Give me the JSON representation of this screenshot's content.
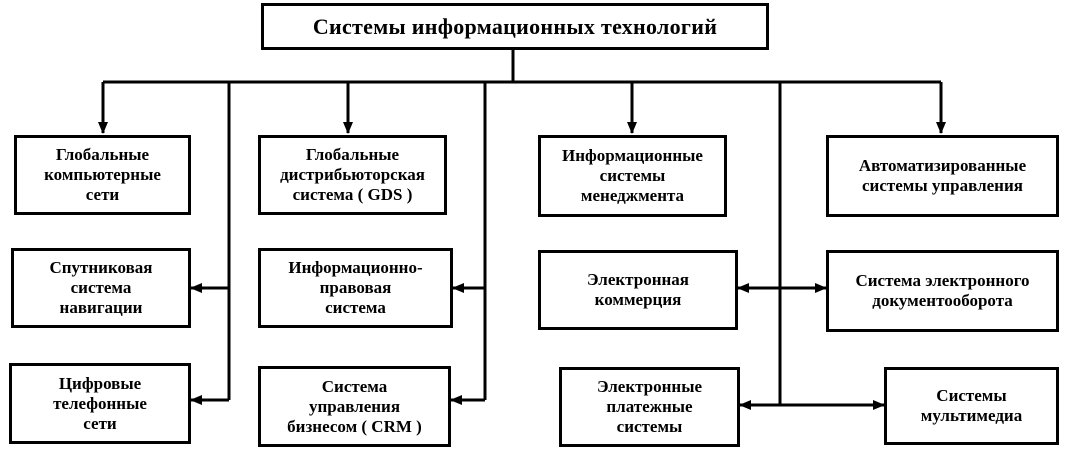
{
  "title": "Системы  информационных  технологий",
  "boxes": {
    "global_networks": "Глобальные\nкомпьютерные\nсети",
    "gds": "Глобальные\nдистрибьюторская\nсистема    ( GDS )",
    "mis": "Информационные\nсистемы\nменеджмента",
    "asu": "Автоматизированные\nсистемы управления",
    "satellite_nav": "Спутниковая\nсистема\nнавигации",
    "legal_system": "Информационно-\nправовая\nсистема",
    "ecommerce": "Электронная\nкоммерция",
    "edms": "Система электронного\nдокументооборота",
    "digital_phone": "Цифровые\nтелефонные\nсети",
    "crm": "Система\nуправления\nбизнесом ( CRM )",
    "payment": "Электронные\nплатежные\nсистемы",
    "multimedia": "Системы\nмультимедиа"
  }
}
